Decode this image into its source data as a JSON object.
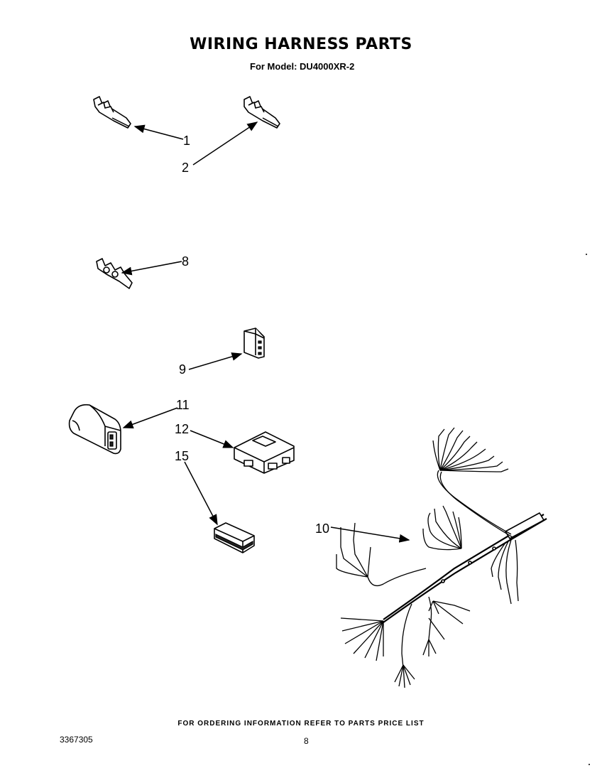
{
  "header": {
    "title": "WIRING HARNESS PARTS",
    "model_line": "For Model: DU4000XR-2"
  },
  "callouts": [
    {
      "id": "1",
      "label": "1"
    },
    {
      "id": "2",
      "label": "2"
    },
    {
      "id": "8",
      "label": "8"
    },
    {
      "id": "9",
      "label": "9"
    },
    {
      "id": "11",
      "label": "11"
    },
    {
      "id": "12",
      "label": "12"
    },
    {
      "id": "15",
      "label": "15"
    },
    {
      "id": "10",
      "label": "10"
    }
  ],
  "footer": {
    "ordering_note": "FOR ORDERING INFORMATION REFER TO PARTS PRICE LIST",
    "document_number": "3367305",
    "page_number": "8"
  }
}
